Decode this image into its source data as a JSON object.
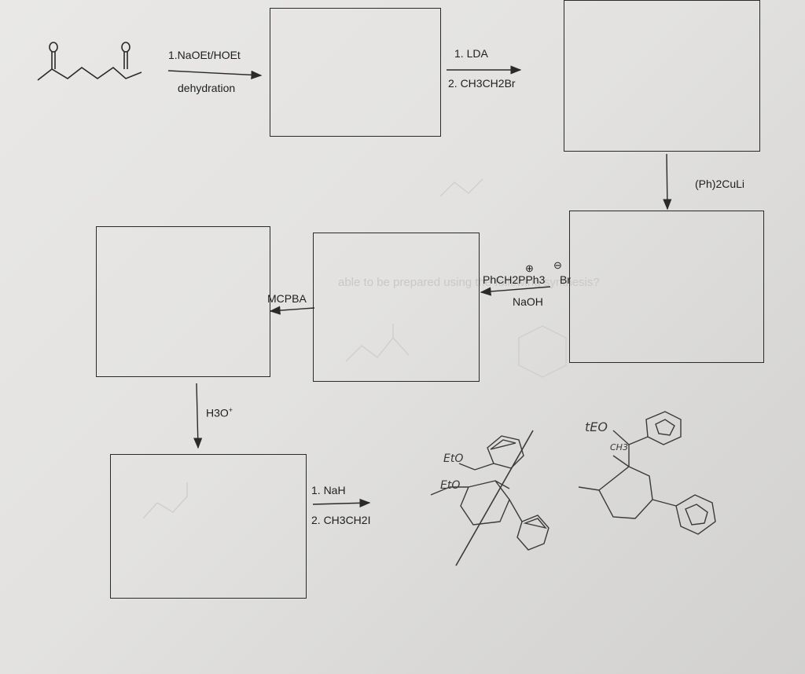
{
  "step1": {
    "reagent_line1": "1.NaOEt/HOEt",
    "reagent_line2": "dehydration"
  },
  "step2": {
    "reagent_line1": "1. LDA",
    "reagent_line2": "2. CH3CH2Br"
  },
  "step3": {
    "reagent": "(Ph)2CuLi"
  },
  "step4": {
    "reagent_cation": "PhCH2PPh3",
    "reagent_anion": "Br",
    "base": "NaOH",
    "cation_charge": "⊕",
    "anion_charge": "⊖"
  },
  "step5": {
    "reagent": "MCPBA"
  },
  "step6": {
    "reagent_main": "H3O",
    "reagent_sup": "+"
  },
  "step7": {
    "reagent_line1": "1. NaH",
    "reagent_line2": "2. CH3CH2I"
  },
  "handwriting": {
    "struct1_label_a": "EtO",
    "struct1_label_b": "EtO",
    "struct2_label_a": "tEO",
    "struct2_label_b": "CH3"
  },
  "bleed_through": {
    "text": "able to be prepared using the following synthesis?"
  }
}
